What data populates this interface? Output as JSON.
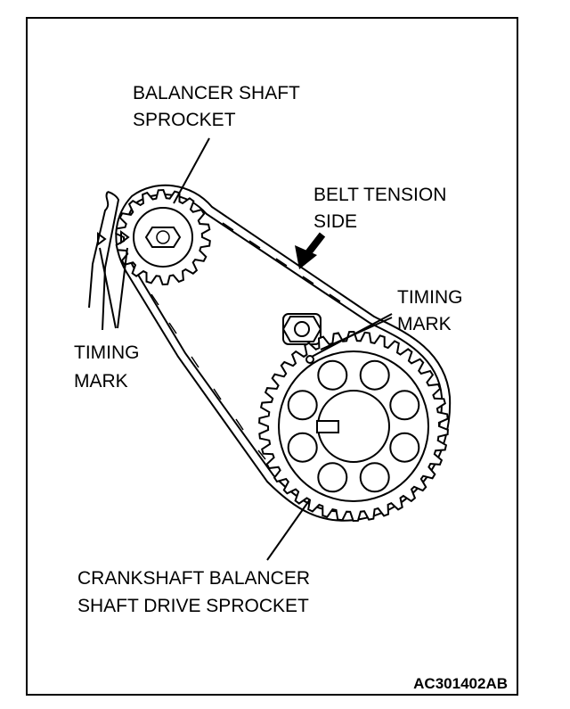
{
  "labels": {
    "balancer_sprocket_line1": "BALANCER SHAFT",
    "balancer_sprocket_line2": "SPROCKET",
    "belt_tension_line1": "BELT TENSION",
    "belt_tension_line2": "SIDE",
    "timing_mark_right_line1": "TIMING",
    "timing_mark_right_line2": "MARK",
    "timing_mark_left_line1": "TIMING",
    "timing_mark_left_line2": "MARK",
    "crankshaft_line1": "CRANKSHAFT BALANCER",
    "crankshaft_line2": "SHAFT DRIVE SPROCKET",
    "figure_code": "AC301402AB"
  },
  "colors": {
    "ink": "#000000",
    "paper": "#ffffff"
  }
}
